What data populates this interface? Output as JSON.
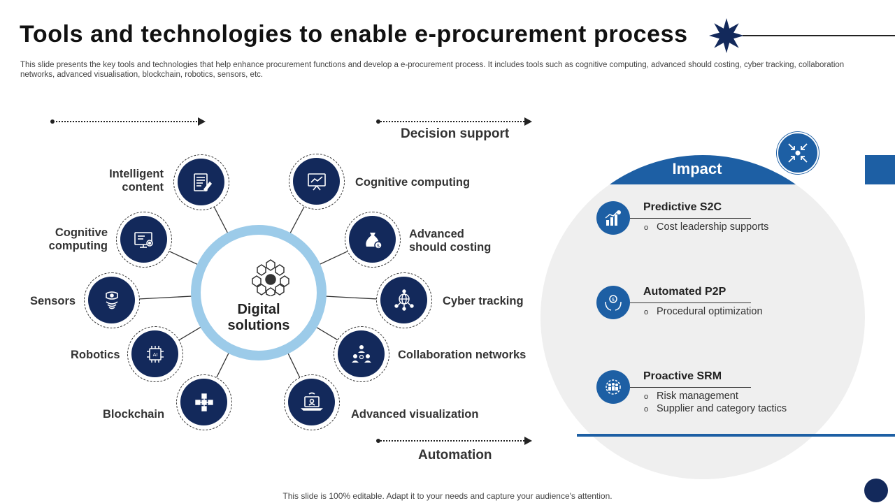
{
  "title": "Tools and technologies to enable e-procurement process",
  "description": "This slide presents the key tools and technologies that help enhance procurement functions and develop a e-procurement process. It includes tools such as cognitive computing, advanced should costing, cyber tracking, collaboration networks, advanced visualisation, blockchain, robotics, sensors, etc.",
  "sections": {
    "decision_support": "Decision support",
    "automation": "Automation"
  },
  "hub": {
    "label_line1": "Digital",
    "label_line2": "solutions",
    "icon": "hexagon-network-icon"
  },
  "left_nodes": [
    {
      "label_line1": "Intelligent",
      "label_line2": "content",
      "icon": "document-icon"
    },
    {
      "label_line1": "Cognitive",
      "label_line2": "computing",
      "icon": "monitor-gear-icon"
    },
    {
      "label_line1": "Sensors",
      "label_line2": "",
      "icon": "sensor-icon"
    },
    {
      "label_line1": "Robotics",
      "label_line2": "",
      "icon": "ai-chip-icon"
    },
    {
      "label_line1": "Blockchain",
      "label_line2": "",
      "icon": "blockchain-icon"
    }
  ],
  "right_nodes": [
    {
      "label_line1": "Cognitive computing",
      "label_line2": "",
      "icon": "presentation-board-icon"
    },
    {
      "label_line1": "Advanced",
      "label_line2": "should costing",
      "icon": "money-bag-icon"
    },
    {
      "label_line1": "Cyber tracking",
      "label_line2": "",
      "icon": "globe-network-icon"
    },
    {
      "label_line1": "Collaboration networks",
      "label_line2": "",
      "icon": "team-icon"
    },
    {
      "label_line1": "Advanced visualization",
      "label_line2": "",
      "icon": "laptop-chart-icon"
    }
  ],
  "impact": {
    "title": "Impact",
    "badge_icon": "converging-arrows-icon",
    "items": [
      {
        "title": "Predictive S2C",
        "icon": "growth-chart-icon",
        "bullets": [
          "Cost leadership supports"
        ]
      },
      {
        "title": "Automated P2P",
        "icon": "hand-coin-icon",
        "bullets": [
          "Procedural optimization"
        ]
      },
      {
        "title": "Proactive SRM",
        "icon": "gear-people-icon",
        "bullets": [
          "Risk management",
          "Supplier and category tactics"
        ]
      }
    ]
  },
  "footer": "This slide is 100% editable. Adapt it to your needs and capture your audience's attention.",
  "colors": {
    "navy": "#13295b",
    "blue": "#1d5fa4",
    "light_blue": "#9ccbe9",
    "panel_gray": "#efefef"
  }
}
